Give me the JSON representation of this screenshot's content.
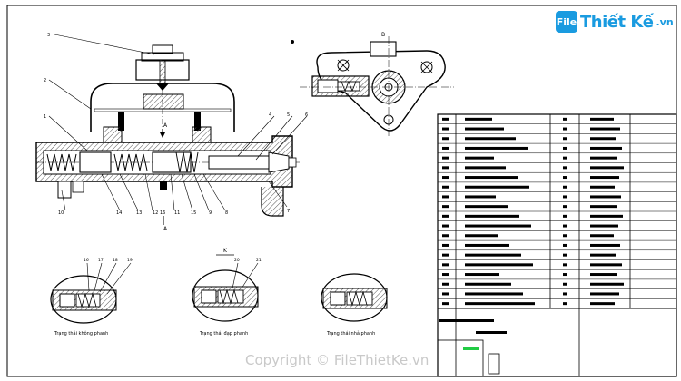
{
  "watermark": {
    "logo_mark": "File",
    "logo_word": "Thiết Kế",
    "logo_domain": ".vn",
    "copyright": "Copyright © FileThietKe.vn"
  },
  "section_labels": {
    "view_B": "B",
    "view_A_top": "A",
    "view_A_bottom": "A",
    "view_K": "K"
  },
  "callouts": {
    "main": [
      "3",
      "2",
      "1",
      "4",
      "5",
      "6",
      "7",
      "8",
      "9",
      "10",
      "11",
      "12",
      "13",
      "14",
      "15",
      "16"
    ],
    "detail_1": [
      "16",
      "17",
      "18",
      "19"
    ],
    "detail_2": [
      "20",
      "21"
    ]
  },
  "state_captions": {
    "release": "Trạng thái không phanh",
    "press": "Trạng thái đạp phanh",
    "return": "Trạng thái nhả phanh"
  },
  "parts_table": {
    "row_count": 20
  },
  "colors": {
    "line": "#000000",
    "brand": "#1a9be0",
    "hatch": "#555555",
    "highlight": "#22cc44"
  }
}
